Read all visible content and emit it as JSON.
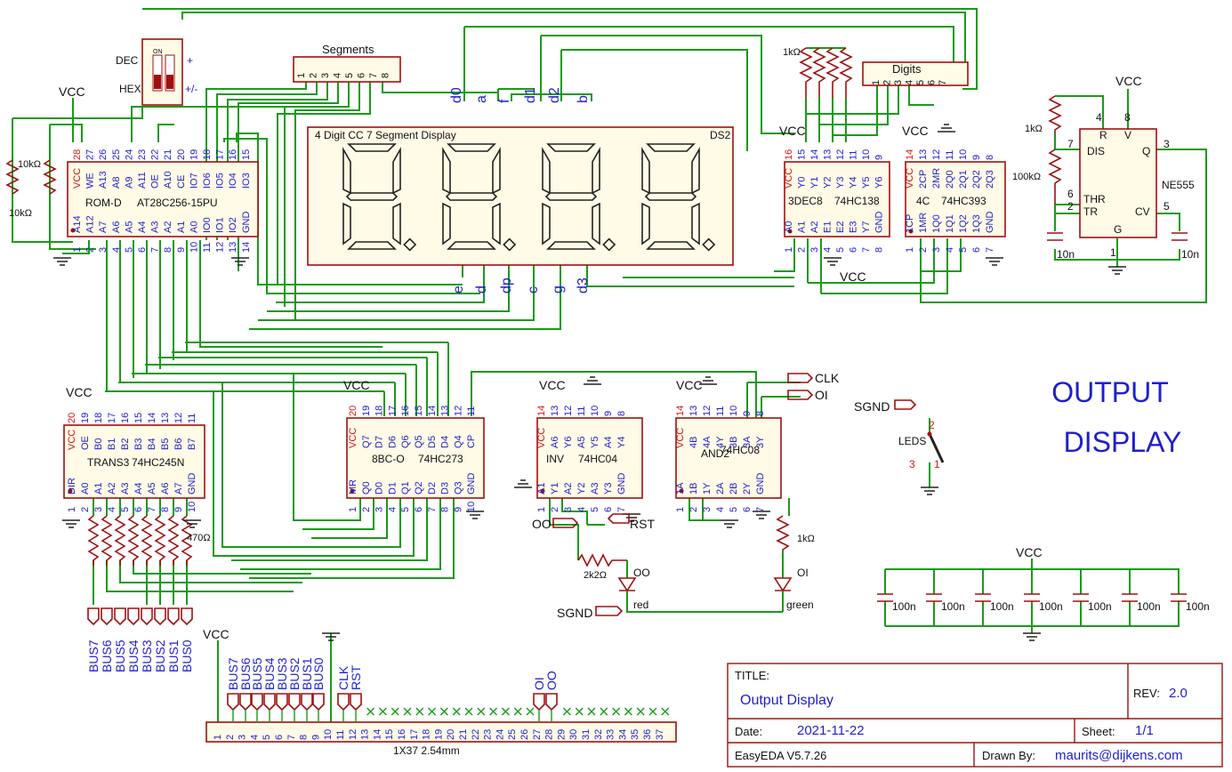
{
  "title": "OUTPUT DISPLAY",
  "net_vcc": "VCC",
  "net_sgnd": "SGND",
  "net_clk": "CLK",
  "net_oi": "OI",
  "net_oo": "OO",
  "net_rst": "RST",
  "display": {
    "label": "4 Digit CC 7 Segment Display",
    "designator": "DS2",
    "top_pins": [
      "d0",
      "a",
      "f",
      "d1",
      "d2",
      "b"
    ],
    "bottom_pins": [
      "e",
      "d",
      "dp",
      "c",
      "g",
      "d3"
    ]
  },
  "segments_header": {
    "label": "Segments",
    "pins": [
      "1",
      "2",
      "3",
      "4",
      "5",
      "6",
      "7",
      "8"
    ]
  },
  "digits_header": {
    "label": "Digits",
    "pins": [
      "1",
      "2",
      "3",
      "4",
      "5",
      "6",
      "7"
    ]
  },
  "dip_switch": {
    "dec": "DEC",
    "hex": "HEX",
    "plus": "+",
    "plusminus": "+/-",
    "on": "ON"
  },
  "rom": {
    "name": "ROM-D",
    "part": "AT28C256-15PU",
    "top_pins": [
      "VCC",
      "WE",
      "A13",
      "A8",
      "A9",
      "A11",
      "OE",
      "A10",
      "CE",
      "IO7",
      "IO6",
      "IO5",
      "IO4",
      "IO3"
    ],
    "top_nums": [
      "28",
      "27",
      "26",
      "25",
      "24",
      "23",
      "22",
      "21",
      "20",
      "19",
      "18",
      "17",
      "16",
      "15"
    ],
    "bottom_pins": [
      "A14",
      "A12",
      "A7",
      "A6",
      "A5",
      "A4",
      "A3",
      "A2",
      "A1",
      "A0",
      "IO0",
      "IO1",
      "IO2",
      "GND"
    ],
    "bottom_nums": [
      "1",
      "2",
      "3",
      "4",
      "5",
      "6",
      "7",
      "8",
      "9",
      "10",
      "11",
      "12",
      "13",
      "14"
    ]
  },
  "resistors_left": [
    "10kΩ",
    "10kΩ"
  ],
  "resistor_1k": "1kΩ",
  "resistor_100k": "100kΩ",
  "resistor_470": "470Ω",
  "resistor_2k2": "2k2Ω",
  "dec": {
    "name": "3DEC8",
    "part": "74HC138",
    "top_pins": [
      "VCC",
      "Y0",
      "Y1",
      "Y2",
      "Y3",
      "Y4",
      "Y5",
      "Y6"
    ],
    "top_nums": [
      "16",
      "15",
      "14",
      "13",
      "12",
      "11",
      "10",
      "9"
    ],
    "bottom_pins": [
      "A0",
      "A1",
      "A2",
      "E1",
      "E2",
      "E3",
      "Y7",
      "GND"
    ],
    "bottom_nums": [
      "1",
      "2",
      "3",
      "4",
      "5",
      "6",
      "7",
      "8"
    ]
  },
  "counter": {
    "name": "4C",
    "part": "74HC393",
    "top_pins": [
      "VCC",
      "2CP",
      "2MR",
      "2Q0",
      "2Q1",
      "2Q2",
      "2Q3"
    ],
    "top_nums": [
      "14",
      "13",
      "12",
      "11",
      "10",
      "9",
      "8"
    ],
    "bottom_pins": [
      "1CP",
      "1MR",
      "1Q0",
      "1Q1",
      "1Q2",
      "1Q3",
      "GND"
    ],
    "bottom_nums": [
      "1",
      "2",
      "3",
      "4",
      "5",
      "6",
      "7"
    ]
  },
  "timer": {
    "part": "NE555",
    "pins": {
      "dis": "DIS",
      "thr": "THR",
      "tr": "TR",
      "q": "Q",
      "cv": "CV",
      "r": "R",
      "v": "V",
      "g": "G"
    },
    "nums": {
      "dis": "7",
      "thr": "6",
      "tr": "2",
      "q": "3",
      "cv": "5",
      "r": "4",
      "v": "8",
      "g": "1"
    },
    "caps": [
      "10n",
      "10n"
    ]
  },
  "trans": {
    "name": "TRANS3",
    "part": "74HC245N",
    "top_pins": [
      "VCC",
      "OE",
      "B0",
      "B1",
      "B2",
      "B3",
      "B4",
      "B5",
      "B6",
      "B7"
    ],
    "top_nums": [
      "20",
      "19",
      "18",
      "17",
      "16",
      "15",
      "14",
      "13",
      "12",
      "11"
    ],
    "bottom_pins": [
      "DIR",
      "A0",
      "A1",
      "A2",
      "A3",
      "A4",
      "A5",
      "A6",
      "A7",
      "GND"
    ],
    "bottom_nums": [
      "1",
      "2",
      "3",
      "4",
      "5",
      "6",
      "7",
      "8",
      "9",
      "10"
    ]
  },
  "reg": {
    "name": "8BC-O",
    "part": "74HC273",
    "top_pins": [
      "VCC",
      "Q7",
      "D7",
      "D6",
      "Q6",
      "Q5",
      "D5",
      "D4",
      "Q4",
      "CP"
    ],
    "top_nums": [
      "20",
      "19",
      "18",
      "17",
      "16",
      "15",
      "14",
      "13",
      "12",
      "11"
    ],
    "bottom_pins": [
      "MR",
      "Q0",
      "D0",
      "D1",
      "Q1",
      "Q2",
      "D2",
      "D3",
      "Q3",
      "GND"
    ],
    "bottom_nums": [
      "1",
      "2",
      "3",
      "4",
      "5",
      "6",
      "7",
      "8",
      "9",
      "10"
    ]
  },
  "inv": {
    "name": "INV",
    "part": "74HC04",
    "top_pins": [
      "VCC",
      "A6",
      "Y6",
      "A5",
      "Y5",
      "A4",
      "Y4"
    ],
    "top_nums": [
      "14",
      "13",
      "12",
      "11",
      "10",
      "9",
      "8"
    ],
    "bottom_pins": [
      "A1",
      "Y1",
      "A2",
      "Y2",
      "A3",
      "Y3",
      "GND"
    ],
    "bottom_nums": [
      "1",
      "2",
      "3",
      "4",
      "5",
      "6",
      "7"
    ]
  },
  "and": {
    "name": "AND2",
    "part": "74HC08",
    "top_pins": [
      "VCC",
      "4B",
      "4A",
      "4Y",
      "3B",
      "3A",
      "3Y"
    ],
    "top_nums": [
      "14",
      "13",
      "12",
      "11",
      "10",
      "9",
      "8"
    ],
    "bottom_pins": [
      "1A",
      "1B",
      "1Y",
      "2A",
      "2B",
      "2Y",
      "GND"
    ],
    "bottom_nums": [
      "1",
      "2",
      "3",
      "4",
      "5",
      "6",
      "7"
    ]
  },
  "bus_labels": [
    "BUS7",
    "BUS6",
    "BUS5",
    "BUS4",
    "BUS3",
    "BUS2",
    "BUS1",
    "BUS0"
  ],
  "leds": {
    "oo_label": "OO",
    "oo_color": "red",
    "oi_label": "OI",
    "oi_color": "green"
  },
  "switch": {
    "label": "LEDS",
    "pins": [
      "1",
      "2",
      "3"
    ]
  },
  "decoupling": {
    "value": "100n",
    "count": 7
  },
  "connector": {
    "name": "1X37 2.54mm",
    "pins": [
      "1",
      "2",
      "3",
      "4",
      "5",
      "6",
      "7",
      "8",
      "9",
      "10",
      "11",
      "12",
      "13",
      "14",
      "15",
      "16",
      "17",
      "18",
      "19",
      "20",
      "21",
      "22",
      "23",
      "24",
      "25",
      "26",
      "27",
      "28",
      "29",
      "30",
      "31",
      "32",
      "33",
      "34",
      "35",
      "36",
      "37"
    ],
    "bus_labels": [
      "BUS7",
      "BUS6",
      "BUS5",
      "BUS4",
      "BUS3",
      "BUS2",
      "BUS1",
      "BUS0",
      "CLK",
      "RST",
      "OI",
      "OO"
    ]
  },
  "title_block": {
    "title_label": "TITLE:",
    "title": "Output Display",
    "rev_label": "REV:",
    "rev": "2.0",
    "date_label": "Date:",
    "date": "2021-11-22",
    "sheet_label": "Sheet:",
    "sheet": "1/1",
    "tool": "EasyEDA V5.7.26",
    "drawn_label": "Drawn By:",
    "drawn": "maurits@dijkens.com"
  }
}
